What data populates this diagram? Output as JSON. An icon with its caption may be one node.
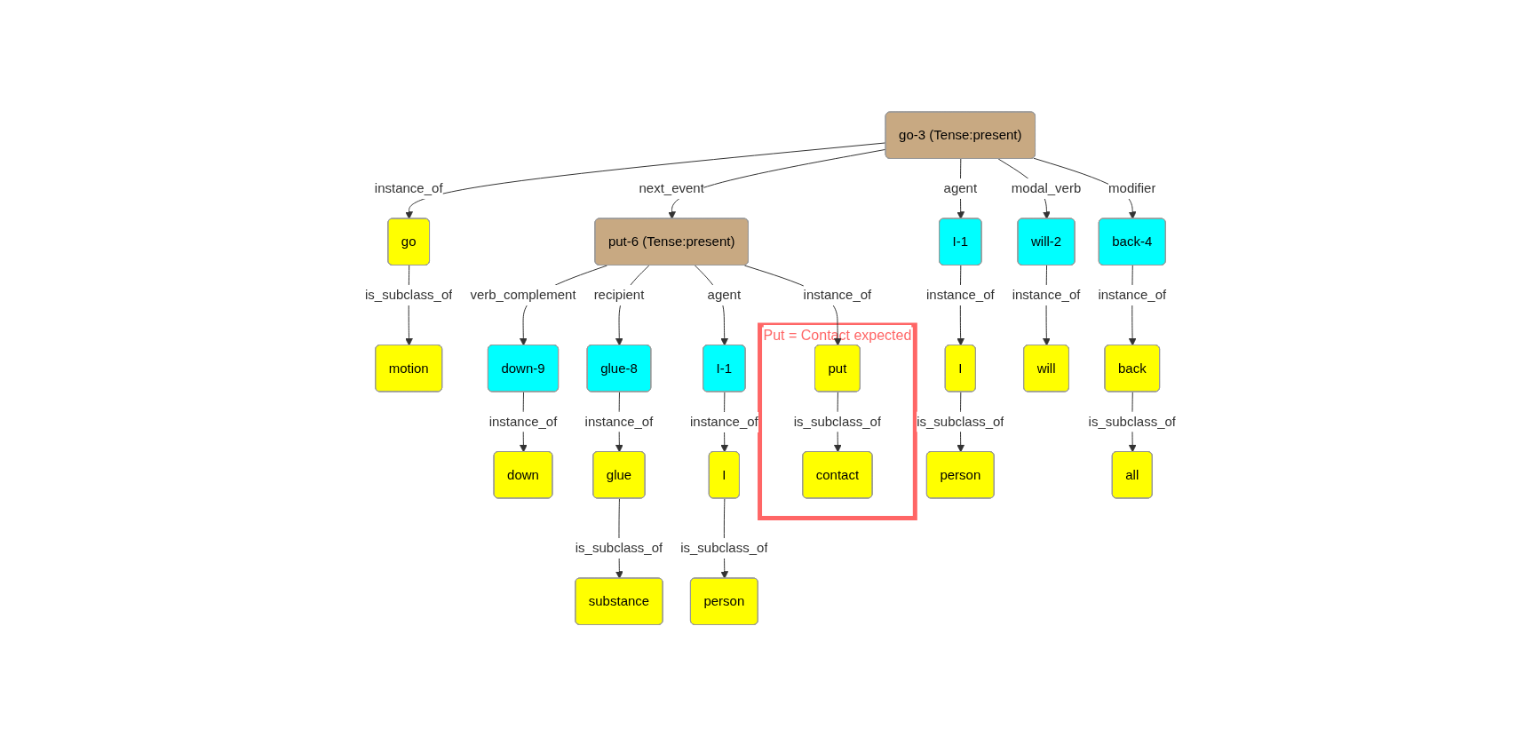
{
  "diagram": {
    "nodes": [
      {
        "text": [
          "go-3 (Tense:present)"
        ]
      },
      {
        "text": [
          "go"
        ]
      },
      {
        "text": [
          "motion"
        ]
      },
      {
        "text": [
          "put-6 (Tense:present)"
        ]
      },
      {
        "text": [
          "down-9"
        ]
      },
      {
        "text": [
          "down"
        ]
      },
      {
        "text": [
          "glue-8"
        ]
      },
      {
        "text": [
          "glue"
        ]
      },
      {
        "text": [
          "substance"
        ]
      },
      {
        "text": [
          "I-1"
        ]
      },
      {
        "text": [
          "I"
        ]
      },
      {
        "text": [
          "person"
        ]
      },
      {
        "text": [
          "Put = Contact expected"
        ]
      },
      {
        "text": [
          "put"
        ],
        "in": 12
      },
      {
        "text": [
          "contact"
        ],
        "in": 12
      },
      {
        "text": [
          "I-1"
        ]
      },
      {
        "text": [
          "I"
        ]
      },
      {
        "text": [
          "person"
        ]
      },
      {
        "text": [
          "will-2"
        ]
      },
      {
        "text": [
          "will"
        ]
      },
      {
        "text": [
          "back-4"
        ]
      },
      {
        "text": [
          "back"
        ]
      },
      {
        "text": [
          "all"
        ]
      }
    ],
    "edges": [
      {
        "from": 0,
        "to": 1,
        "arrow": "to",
        "label": "instance_of"
      },
      {
        "from": 1,
        "to": 2,
        "arrow": "to",
        "label": "is_subclass_of"
      },
      {
        "from": 0,
        "to": 3,
        "arrow": "to",
        "label": "next_event"
      },
      {
        "from": 3,
        "to": 4,
        "arrow": "to",
        "label": "verb_complement"
      },
      {
        "from": 4,
        "to": 5,
        "arrow": "to",
        "label": "instance_of"
      },
      {
        "from": 3,
        "to": 6,
        "arrow": "to",
        "label": "recipient"
      },
      {
        "from": 6,
        "to": 7,
        "arrow": "to",
        "label": "instance_of"
      },
      {
        "from": 7,
        "to": 8,
        "arrow": "to",
        "label": "is_subclass_of"
      },
      {
        "from": 3,
        "to": 9,
        "arrow": "to",
        "label": "agent"
      },
      {
        "from": 9,
        "to": 10,
        "arrow": "to",
        "label": "instance_of"
      },
      {
        "from": 10,
        "to": 11,
        "arrow": "to",
        "label": "is_subclass_of"
      },
      {
        "from": 3,
        "to": 13,
        "arrow": "to",
        "label": "instance_of"
      },
      {
        "from": 13,
        "to": 14,
        "arrow": "to",
        "label": "is_subclass_of"
      },
      {
        "from": 0,
        "to": 15,
        "arrow": "to",
        "label": "agent"
      },
      {
        "from": 15,
        "to": 16,
        "arrow": "to",
        "label": "instance_of"
      },
      {
        "from": 16,
        "to": 17,
        "arrow": "to",
        "label": "is_subclass_of"
      },
      {
        "from": 0,
        "to": 18,
        "arrow": "to",
        "label": "modal_verb"
      },
      {
        "from": 18,
        "to": 19,
        "arrow": "to",
        "label": "instance_of"
      },
      {
        "from": 0,
        "to": 20,
        "arrow": "to",
        "label": "modifier"
      },
      {
        "from": 20,
        "to": 21,
        "arrow": "to",
        "label": "instance_of"
      },
      {
        "from": 21,
        "to": 22,
        "arrow": "to",
        "label": "is_subclass_of"
      }
    ]
  }
}
